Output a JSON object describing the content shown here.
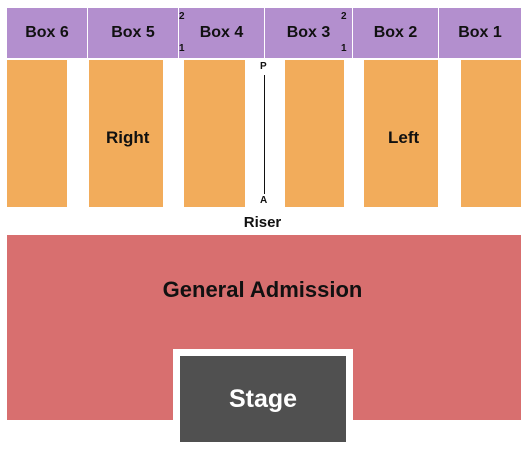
{
  "boxes": {
    "box6": "Box 6",
    "box5": "Box 5",
    "box4": "Box 4",
    "box3": "Box 3",
    "box2": "Box 2",
    "box1": "Box 1"
  },
  "row_marks": {
    "box4_top": "2",
    "box4_bottom": "1",
    "box3_top": "2",
    "box3_bottom": "1"
  },
  "sections": {
    "right": "Right",
    "left": "Left",
    "riser": "Riser",
    "general_admission": "General Admission",
    "stage": "Stage"
  },
  "aisle": {
    "top": "P",
    "bottom": "A"
  },
  "colors": {
    "box": "#b38fce",
    "seating": "#f2ac5b",
    "general_admission": "#d86f6f",
    "stage": "#505050"
  }
}
